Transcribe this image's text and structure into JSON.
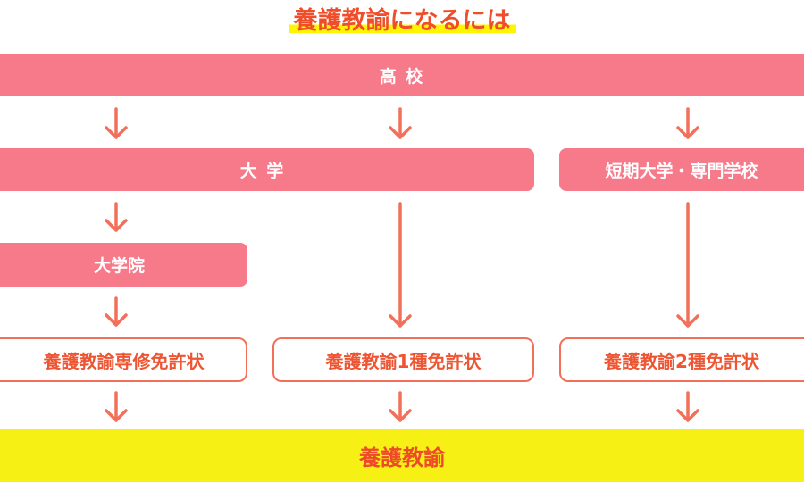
{
  "title": "養護教諭になるには",
  "nodes": {
    "high_school": "高 校",
    "university": "大 学",
    "junior_college": "短期大学・専門学校",
    "graduate_school": "大学院",
    "license_advanced": "養護教諭専修免許状",
    "license_first": "養護教諭1種免許状",
    "license_second": "養護教諭2種免許状",
    "goal": "養護教諭"
  },
  "colors": {
    "box": "#F77A8A",
    "arrow": "#F2705A",
    "highlight": "#FFF500",
    "goal": "#F7F015"
  }
}
